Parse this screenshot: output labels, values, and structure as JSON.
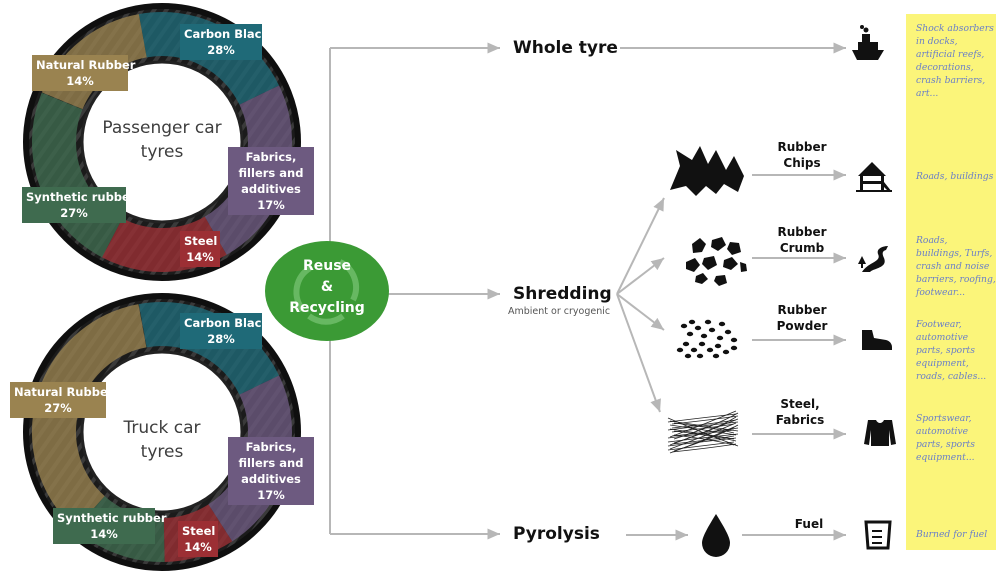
{
  "tyres": [
    {
      "title": [
        "Passenger car",
        "tyres"
      ],
      "segments": [
        {
          "name": "Carbon Black",
          "pct": "28%"
        },
        {
          "name": "Natural Rubber",
          "pct": "14%"
        },
        {
          "name": "Synthetic rubber",
          "pct": "27%"
        },
        {
          "name": "Steel",
          "pct": "14%"
        },
        {
          "name": "Fabrics, fillers and additives",
          "pct": "17%"
        }
      ]
    },
    {
      "title": [
        "Truck car",
        "tyres"
      ],
      "segments": [
        {
          "name": "Carbon Black",
          "pct": "28%"
        },
        {
          "name": "Natural Rubber",
          "pct": "27%"
        },
        {
          "name": "Synthetic rubber",
          "pct": "14%"
        },
        {
          "name": "Steel",
          "pct": "14%"
        },
        {
          "name": "Fabrics, fillers and additives",
          "pct": "17%"
        }
      ]
    }
  ],
  "hub": {
    "lines": [
      "Reuse",
      "&",
      "Recycling"
    ]
  },
  "routes": {
    "whole": "Whole tyre",
    "shredding": "Shredding",
    "shredding_sub": "Ambient or cryogenic",
    "pyrolysis": "Pyrolysis"
  },
  "products": [
    {
      "name": "Rubber Chips",
      "icon": "playground-icon",
      "uses": "Roads, buildings"
    },
    {
      "name": "Rubber Crumb",
      "icon": "road-icon",
      "uses": "Roads, buildings, Turfs, crash and noise barriers, roofing, footwear..."
    },
    {
      "name": "Rubber Powder",
      "icon": "shoe-icon",
      "uses": "Footwear, automotive parts, sports equipment, roads, cables..."
    },
    {
      "name": "Steel, Fabrics",
      "icon": "shirt-icon",
      "uses": "Sportswear, automotive parts, sports equipment..."
    }
  ],
  "whole_use": "Shock absorbers in docks, artificial reefs, decorations, crash barriers, art...",
  "fuel": {
    "name": "Fuel",
    "uses": "Burned for fuel"
  },
  "colors": {
    "carbon_black": "#1f6a78",
    "natural_rubber": "#9a8350",
    "synthetic_rubber": "#3f6b4f",
    "steel": "#9c2f34",
    "fabrics": "#6d5a80",
    "hub": "#3b9a35",
    "uses_panel": "#fbf57a",
    "uses_text": "#6a7fc8",
    "arrows": "#b7b7b7"
  }
}
